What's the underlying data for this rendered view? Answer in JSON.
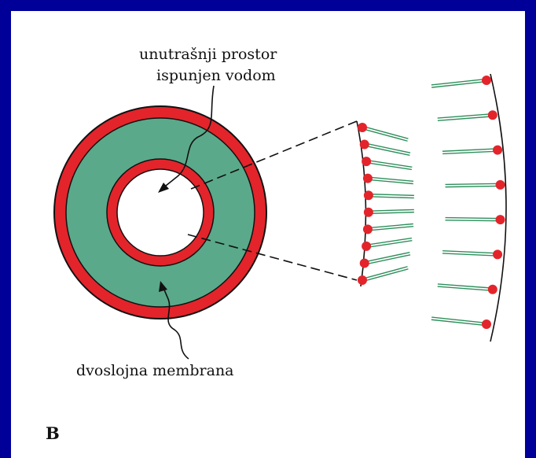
{
  "labels": {
    "inner_space_line1": "unutrašnji prostor",
    "inner_space_line2": "ispunjen vodom",
    "membrane": "dvoslojna membrana",
    "panel": "B"
  },
  "colors": {
    "background_border": "#000099",
    "lipid_head": "#e3242b",
    "lipid_tail": "#2f8f5c",
    "water_core_fill": "#5aa98a",
    "outline": "#111111"
  },
  "bilayer": {
    "outer_leaflet_heads": 8,
    "inner_leaflet_heads": 10
  }
}
